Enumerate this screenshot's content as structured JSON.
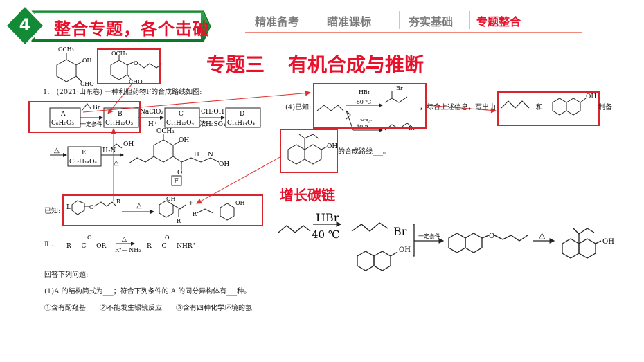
{
  "header": {
    "section_number": "4",
    "title": "整合专题，各个击破",
    "tabs": [
      {
        "label": "精准备考",
        "active": false
      },
      {
        "label": "瞄准课标",
        "active": false
      },
      {
        "label": "夯实基础",
        "active": false
      },
      {
        "label": "专题整合",
        "active": true
      }
    ]
  },
  "topic": {
    "part1": "专题三",
    "part2": "有机合成与推断"
  },
  "question": {
    "stem": "1.　(2021·山东卷) 一种利胆药物F的合成路线如图:",
    "given_label": "已知:",
    "given_i": "Ⅰ.",
    "given_ii": "Ⅱ .",
    "answer_prompt": "回答下列问题:",
    "part1": "(1)A 的结构简式为___；符合下列条件的 A 的同分异构体有___种。",
    "conditions": "①含有酚羟基　　②不能发生银镜反应　　③含有四种化学环境的氢",
    "part4_a": "(4)已知:",
    "part4_b": "，综合上述信息，写出由",
    "part4_c": "和",
    "part4_d": "制备",
    "part4_e": "的合成路线___。"
  },
  "compounds": {
    "A": {
      "letter": "A",
      "formula": "C₈H₈O₃"
    },
    "B": {
      "letter": "B",
      "formula": "C₁₁H₁₂O₃"
    },
    "C": {
      "letter": "C",
      "formula": "C₁₁H₁₂O₄"
    },
    "D": {
      "letter": "D",
      "formula": "C₁₂H₁₄O₄"
    },
    "E": {
      "letter": "E",
      "formula": "C₁₂H₁₄O₄"
    },
    "F": "F"
  },
  "reagents": {
    "br": "Br",
    "cond": "一定条件",
    "naclo2": "NaClO₂",
    "h_plus": "H⁺",
    "ch3oh": "CH₃OH",
    "h2so4": "浓H₂SO₄",
    "delta": "△",
    "h2n": "H₂N",
    "oh": "OH",
    "och3": "OCH₃",
    "cho": "CHO",
    "hbr": "HBr",
    "t1": "-80 ℃",
    "t2": "40 ℃",
    "r": "R",
    "plus": "+",
    "ester": "R — C — OR'",
    "amine": "R\"— NH₂",
    "amide": "R — C — NHR\"",
    "o": "O",
    "o_label": "O",
    "h": "H",
    "n": "N"
  },
  "annotation": "增长碳链",
  "answer": {
    "hbr": "HBr",
    "temp": "40 ℃",
    "br": "Br",
    "cond": "一定条件",
    "o": "O",
    "oh": "OH"
  }
}
